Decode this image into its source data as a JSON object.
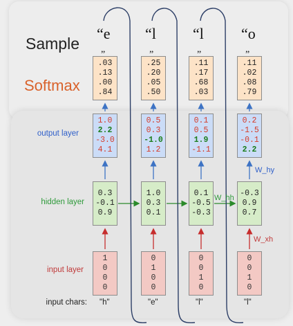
{
  "labels": {
    "sample": "Sample",
    "softmax": "Softmax",
    "output_layer": "output layer",
    "hidden_layer": "hidden layer",
    "input_layer": "input layer",
    "input_chars": "input chars:"
  },
  "weights": {
    "w_hy": "W_hy",
    "w_hh": "W_hh",
    "w_xh": "W_xh"
  },
  "columns": [
    {
      "sample_char": "“e",
      "sample_close": "„",
      "softmax": [
        ".03",
        ".13",
        ".00",
        ".84"
      ],
      "output": [
        "1.0",
        "2.2",
        "-3.0",
        "4.1"
      ],
      "output_colors": [
        "red",
        "green",
        "red",
        "red"
      ],
      "hidden": [
        "0.3",
        "-0.1",
        "0.9"
      ],
      "input": [
        "1",
        "0",
        "0",
        "0"
      ],
      "input_char": "\"h\""
    },
    {
      "sample_char": "“l",
      "sample_close": "„",
      "softmax": [
        ".25",
        ".20",
        ".05",
        ".50"
      ],
      "output": [
        "0.5",
        "0.3",
        "-1.0",
        "1.2"
      ],
      "output_colors": [
        "red",
        "red",
        "green",
        "red"
      ],
      "hidden": [
        "1.0",
        "0.3",
        "0.1"
      ],
      "input": [
        "0",
        "1",
        "0",
        "0"
      ],
      "input_char": "\"e\""
    },
    {
      "sample_char": "“l",
      "sample_close": "„",
      "softmax": [
        ".11",
        ".17",
        ".68",
        ".03"
      ],
      "output": [
        "0.1",
        "0.5",
        "1.9",
        "-1.1"
      ],
      "output_colors": [
        "red",
        "red",
        "green",
        "red"
      ],
      "hidden": [
        "0.1",
        "-0.5",
        "-0.3"
      ],
      "input": [
        "0",
        "0",
        "1",
        "0"
      ],
      "input_char": "\"l\""
    },
    {
      "sample_char": "“o",
      "sample_close": "„",
      "softmax": [
        ".11",
        ".02",
        ".08",
        ".79"
      ],
      "output": [
        "0.2",
        "-1.5",
        "-0.1",
        "2.2"
      ],
      "output_colors": [
        "red",
        "red",
        "red",
        "green"
      ],
      "hidden": [
        "-0.3",
        "0.9",
        "0.7"
      ],
      "input": [
        "0",
        "0",
        "1",
        "0"
      ],
      "input_char": "\"l\""
    }
  ],
  "colors": {
    "softmax_box": "#fde3c7",
    "output_box": "#cbdcf7",
    "hidden_box": "#d6ecc8",
    "input_box": "#f3c9c4",
    "arrow_blue": "#3d73c4",
    "arrow_green": "#2b8a2b",
    "arrow_red": "#c62d2d",
    "feedback_line": "#2c3e66"
  }
}
